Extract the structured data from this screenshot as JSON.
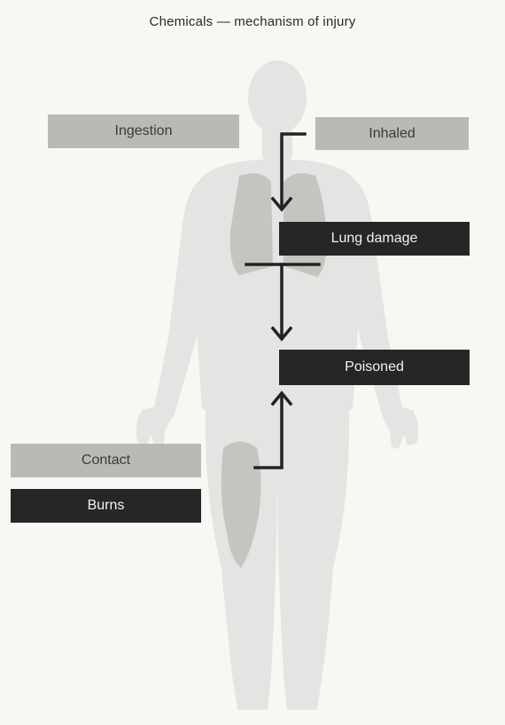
{
  "title": "Chemicals — mechanism of injury",
  "labels": {
    "ingestion": "Ingestion",
    "inhaled": "Inhaled",
    "lung_damage": "Lung damage",
    "poisoned": "Poisoned",
    "contact": "Contact",
    "burns": "Burns"
  },
  "colors": {
    "background": "#f7f7f4",
    "body": "#e4e4e2",
    "organ": "#c4c4c1",
    "light_box": "#b9b9b6",
    "dark_box": "#262626",
    "arrow": "#222222"
  }
}
